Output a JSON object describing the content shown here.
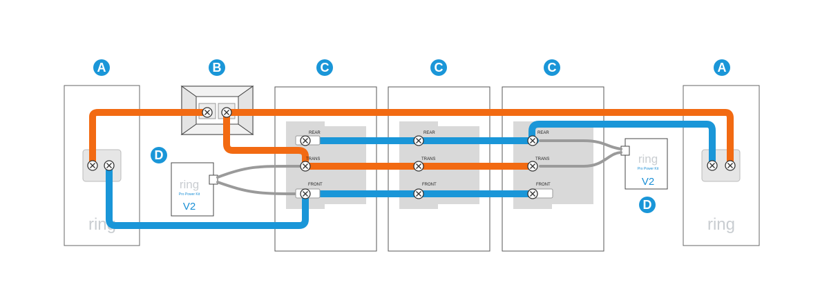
{
  "labels": {
    "a_left": "A",
    "b": "B",
    "c1": "C",
    "c2": "C",
    "c3": "C",
    "a_right": "A",
    "d_left": "D",
    "d_right": "D"
  },
  "doorbells": {
    "left_logo": "ring",
    "right_logo": "ring"
  },
  "kits": {
    "left": {
      "logo": "ring",
      "name": "Pro Power Kit",
      "version": "V2"
    },
    "right": {
      "logo": "ring",
      "name": "Pro Power Kit",
      "version": "V2"
    }
  },
  "chimes": {
    "c1": {
      "rear": "REAR",
      "trans": "TRANS",
      "front": "FRONT"
    },
    "c2": {
      "rear": "REAR",
      "trans": "TRANS",
      "front": "FRONT"
    },
    "c3": {
      "rear": "REAR",
      "trans": "TRANS",
      "front": "FRONT"
    }
  },
  "colors": {
    "label_circle": "#1a96d8",
    "orange_wire": "#f26a12",
    "blue_wire": "#1a96d8",
    "gray_wire": "#9a9a9a",
    "panel_border": "#555555",
    "terminal_plate": "#d9d9d9"
  }
}
